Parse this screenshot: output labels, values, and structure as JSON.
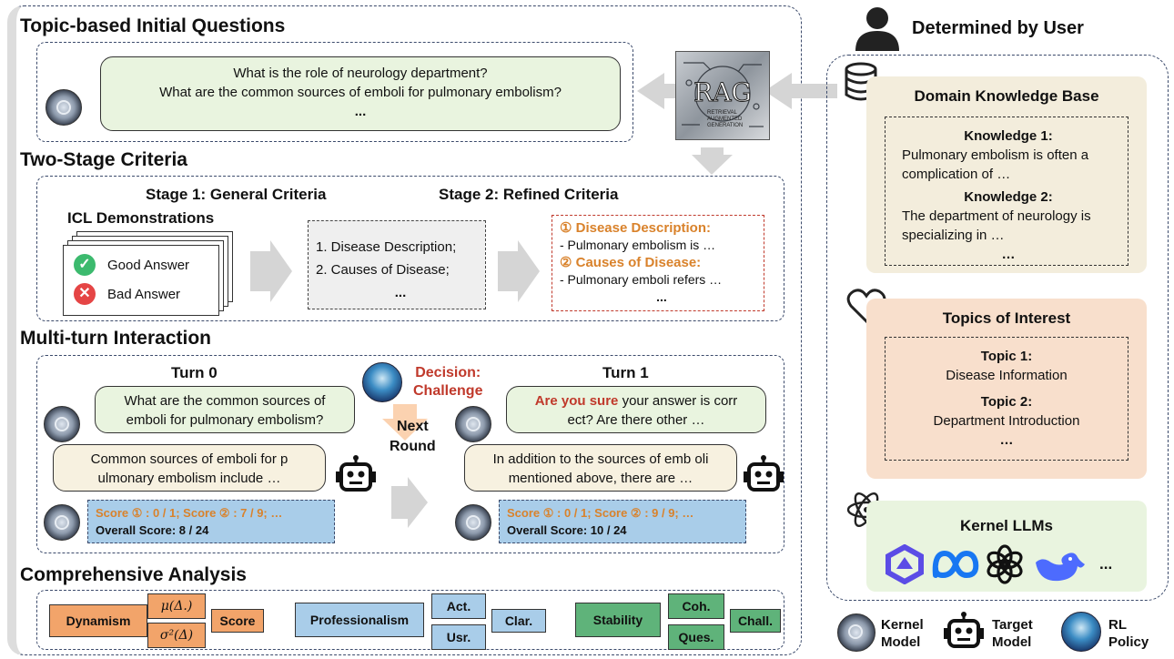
{
  "sections": {
    "topic": "Topic-based Initial Questions",
    "criteria": "Two-Stage Criteria",
    "multiturn": "Multi-turn Interaction",
    "analysis": "Comprehensive Analysis"
  },
  "initial_questions": {
    "q1": "What is the role of neurology department?",
    "q2": "What are the common sources of emboli for pulmonary embolism?",
    "more": "..."
  },
  "rag": {
    "label": "RAG",
    "sub": "RETRIEVAL AUGMENTED GENERATION"
  },
  "criteria": {
    "stage1": "Stage 1: General Criteria",
    "stage2": "Stage 2: Refined Criteria",
    "icl": "ICL Demonstrations",
    "good": "Good Answer",
    "bad": "Bad Answer",
    "general": [
      "1. Disease Description;",
      "2. Causes of Disease;",
      "..."
    ],
    "refined": {
      "h1": "① Disease Description:",
      "d1": "- Pulmonary embolism is …",
      "h2": "② Causes of Disease:",
      "d2": "- Pulmonary emboli refers …",
      "more": "..."
    }
  },
  "interaction": {
    "turn0": "Turn 0",
    "turn1": "Turn 1",
    "decision_1": "Decision:",
    "decision_2": "Challenge",
    "next_1": "Next",
    "next_2": "Round",
    "q0": "What are the common sources of emboli for pulmonary embolism?",
    "a0": "Common sources of emboli for p ulmonary embolism include …",
    "q1_red": "Are you sure",
    "q1_rest": " your answer is corr ect? Are there other …",
    "a1": "In addition to the sources of emb oli mentioned above, there are …",
    "score0_line": "Score ① : 0 / 1; Score ② : 7 / 9; …",
    "score0_overall": "Overall Score: 8 / 24",
    "score1_line": "Score ① : 0 / 1; Score ② : 9 / 9; …",
    "score1_overall": "Overall Score: 10 / 24"
  },
  "analysis": {
    "dynamism": "Dynamism",
    "mu": "μ(Δ.)",
    "sigma": "σ²(Δ)",
    "score": "Score",
    "professionalism": "Professionalism",
    "act": "Act.",
    "usr": "Usr.",
    "clar": "Clar.",
    "stability": "Stability",
    "coh": "Coh.",
    "ques": "Ques.",
    "chall": "Chall."
  },
  "right": {
    "title": "Determined by User",
    "kb_title": "Domain Knowledge Base",
    "k1_title": "Knowledge 1:",
    "k1_text": "Pulmonary embolism is often a complication of …",
    "k2_title": "Knowledge 2:",
    "k2_text": "The department of neurology is specializing in …",
    "kb_more": "…",
    "topics_title": "Topics of Interest",
    "t1_title": "Topic 1:",
    "t1_text": "Disease Information",
    "t2_title": "Topic 2:",
    "t2_text": "Department Introduction",
    "topics_more": "…",
    "llm_title": "Kernel LLMs",
    "llm_more": "..."
  },
  "legend": {
    "kernel_1": "Kernel",
    "kernel_2": "Model",
    "target_1": "Target",
    "target_2": "Model",
    "rl_1": "RL",
    "rl_2": "Policy"
  },
  "colors": {
    "dynamism": "#f2a46a",
    "professionalism": "#a9cde9",
    "stability": "#5fb37a",
    "kb_panel": "#f3eddc",
    "topics_panel": "#f8dfcc",
    "llm_panel": "#e9f4df",
    "accent_red": "#c0392b",
    "accent_orange": "#d9822b"
  }
}
